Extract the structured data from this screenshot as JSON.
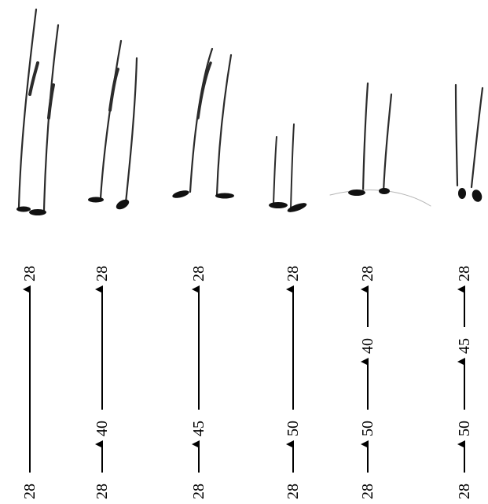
{
  "colors": {
    "background": "#ffffff",
    "ink": "#000000",
    "hair": "#2b2b2b",
    "root_shadow": "#111111"
  },
  "columns": [
    {
      "sequence": [
        "28",
        "28"
      ]
    },
    {
      "sequence": [
        "28",
        "40",
        "28"
      ]
    },
    {
      "sequence": [
        "28",
        "45",
        "28"
      ]
    },
    {
      "sequence": [
        "28",
        "50",
        "28"
      ]
    },
    {
      "sequence": [
        "28",
        "40",
        "50",
        "28"
      ]
    },
    {
      "sequence": [
        "28",
        "45",
        "50",
        "28"
      ]
    }
  ]
}
